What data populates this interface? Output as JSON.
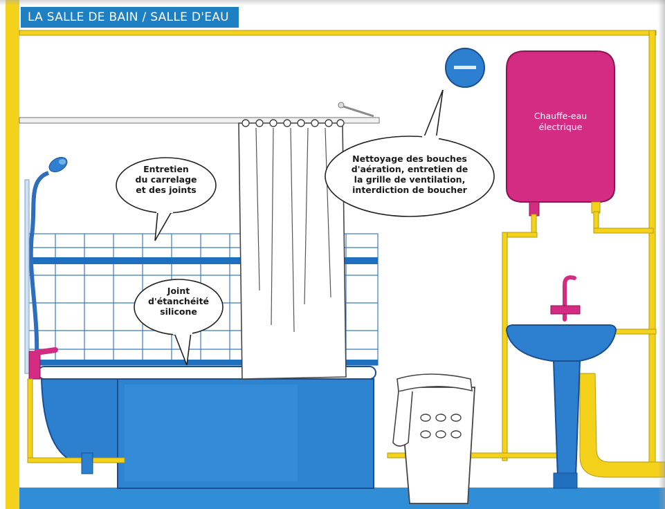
{
  "header": {
    "title": "LA SALLE DE BAIN / SALLE D'EAU"
  },
  "callouts": {
    "tiles": [
      "Entretien",
      "du carrelage",
      "et des joints"
    ],
    "seal": [
      "Joint",
      "d'étanchéité",
      "silicone"
    ],
    "vent": [
      "Nettoyage des bouches",
      "d'aération, entretien de",
      "la grille de ventilation,",
      "interdiction de boucher"
    ]
  },
  "water_heater": {
    "label": [
      "Chauffe-eau",
      "électrique"
    ]
  },
  "colors": {
    "accent_blue": "#1e7fc2",
    "pipe_yellow": "#f4d21c",
    "tile_line": "#1f6fbf",
    "heater_magenta": "#d42b83",
    "floor_blue": "#2f8ed6"
  },
  "icons": [
    "shower-head-icon",
    "faucet-icon",
    "vent-icon",
    "laundry-basket-icon",
    "towel-icon",
    "sink-icon",
    "water-heater-icon"
  ]
}
